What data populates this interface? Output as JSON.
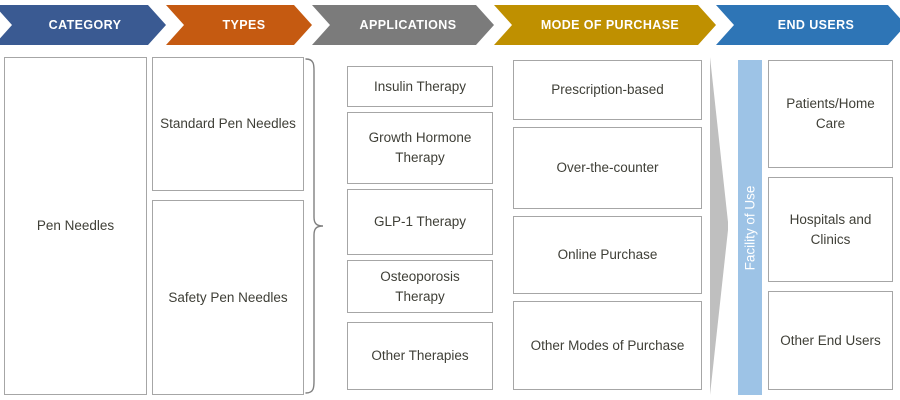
{
  "header": {
    "chevrons": [
      {
        "label": "CATEGORY",
        "color": "#3a5a92"
      },
      {
        "label": "TYPES",
        "color": "#c55a11"
      },
      {
        "label": "APPLICATIONS",
        "color": "#7b7b7b"
      },
      {
        "label": "MODE OF PURCHASE",
        "color": "#bf9000"
      },
      {
        "label": "END USERS",
        "color": "#2e75b6"
      }
    ]
  },
  "category": {
    "items": [
      {
        "label": "Pen Needles"
      }
    ]
  },
  "types": {
    "items": [
      {
        "label": "Standard Pen Needles"
      },
      {
        "label": "Safety Pen Needles"
      }
    ]
  },
  "applications": {
    "items": [
      {
        "label": "Insulin Therapy"
      },
      {
        "label": "Growth Hormone Therapy"
      },
      {
        "label": "GLP-1 Therapy"
      },
      {
        "label": "Osteoporosis Therapy"
      },
      {
        "label": "Other Therapies"
      }
    ]
  },
  "mode_of_purchase": {
    "items": [
      {
        "label": "Prescription-based"
      },
      {
        "label": "Over-the-counter"
      },
      {
        "label": "Online Purchase"
      },
      {
        "label": "Other Modes of Purchase"
      }
    ]
  },
  "facility": {
    "label": "Facility of Use",
    "bar_color": "#9dc3e6"
  },
  "end_users": {
    "items": [
      {
        "label": "Patients/Home Care"
      },
      {
        "label": "Hospitals and Clinics"
      },
      {
        "label": "Other End Users"
      }
    ]
  },
  "connectors": {
    "brace_color": "#808080",
    "bowtie_color": "#bfbfbf"
  }
}
